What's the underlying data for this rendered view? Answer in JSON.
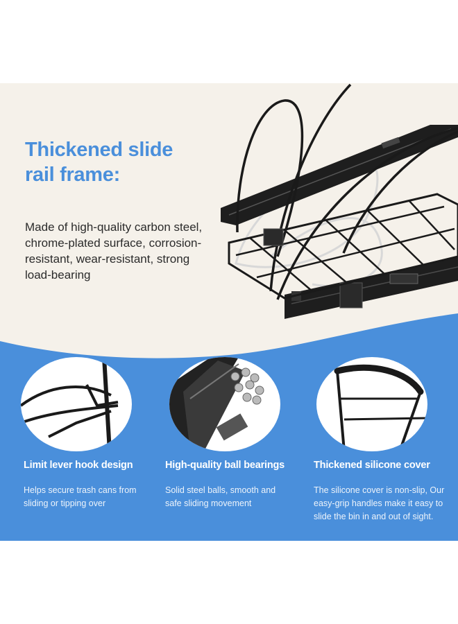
{
  "headline": {
    "line1": "Thickened slide",
    "line2": "rail frame:"
  },
  "description": "Made of high-quality carbon steel, chrome-plated surface, corrosion-resistant, wear-resistant, strong load-bearing",
  "features": [
    {
      "title": "Limit lever hook design",
      "description": "Helps secure trash cans from sliding or tipping over"
    },
    {
      "title": "High-quality ball bearings",
      "description": "Solid steel balls, smooth and safe sliding movement"
    },
    {
      "title": "Thickened silicone cover",
      "description": "The silicone cover is non-slip, Our easy-grip handles make it easy to slide the bin in and out of sight."
    }
  ],
  "colors": {
    "accent_blue": "#4a8fdb",
    "cream_background": "#f5f1ea",
    "frame_black": "#1a1a1a"
  }
}
